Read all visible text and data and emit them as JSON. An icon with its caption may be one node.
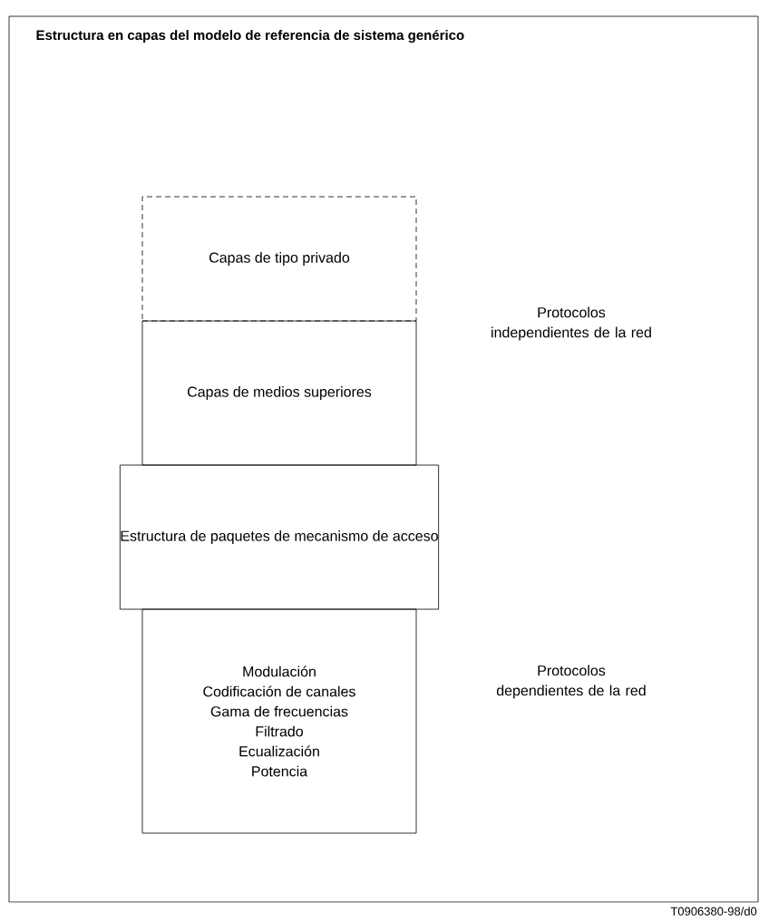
{
  "diagram": {
    "title": "Estructura en capas del modelo de referencia de sistema genérico",
    "nodes": [
      {
        "text": [
          "Capas de tipo privado"
        ]
      },
      {
        "text": [
          "Capas de medios superiores"
        ]
      },
      {
        "text": [
          "Estructura de paquetes de mecanismo de acceso"
        ]
      },
      {
        "text": [
          "Modulación",
          "Codificación de canales",
          "Gama de frecuencias",
          "Filtrado",
          "Ecualización",
          "Potencia"
        ]
      }
    ],
    "labels": [
      "Protocolos independientes de la red",
      "Protocolos dependientes de la red",
      "T0906380-98/d0"
    ]
  }
}
